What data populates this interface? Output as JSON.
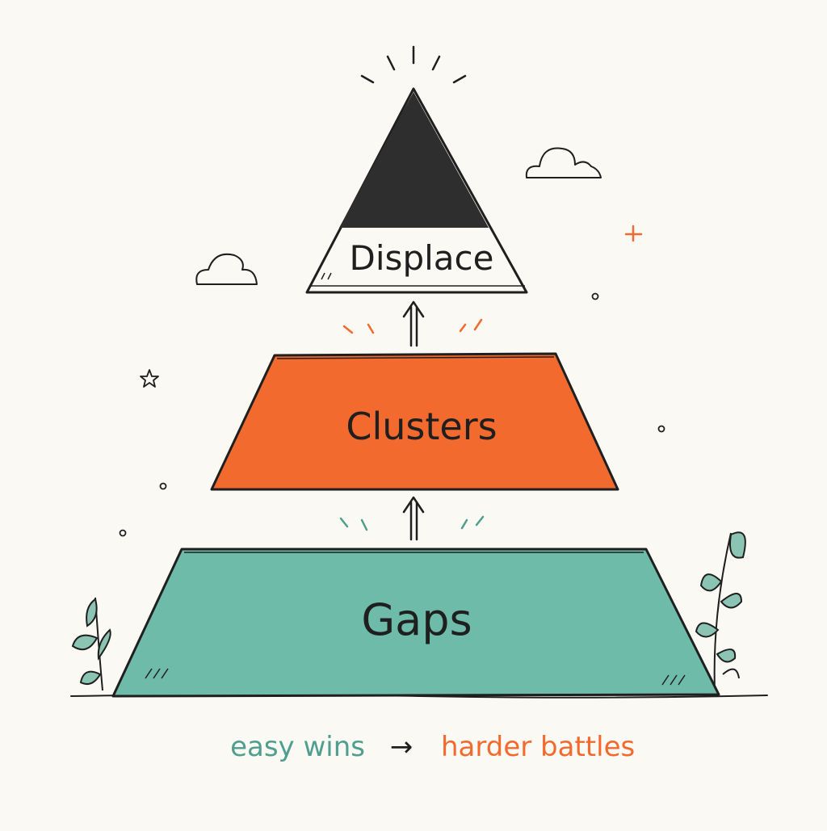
{
  "colors": {
    "background": "#fbf9f4",
    "ink": "#1f1f1f",
    "top_fill": "#2e2e2e",
    "middle_fill": "#f26a2e",
    "bottom_fill": "#6dbba8",
    "accent_orange": "#f26a2e",
    "accent_teal": "#4f9e8e",
    "leaf": "#8cc4b4"
  },
  "pyramid": {
    "top_label": "Displace",
    "middle_label": "Clusters",
    "bottom_label": "Gaps"
  },
  "caption": {
    "left": "easy wins",
    "arrow": "→",
    "right": "harder battles"
  },
  "icons": [
    "sparkle-rays-icon",
    "cloud-icon",
    "star-icon",
    "plus-icon",
    "circle-dot-icon",
    "up-arrow-icon",
    "leaf-sprig-icon"
  ]
}
